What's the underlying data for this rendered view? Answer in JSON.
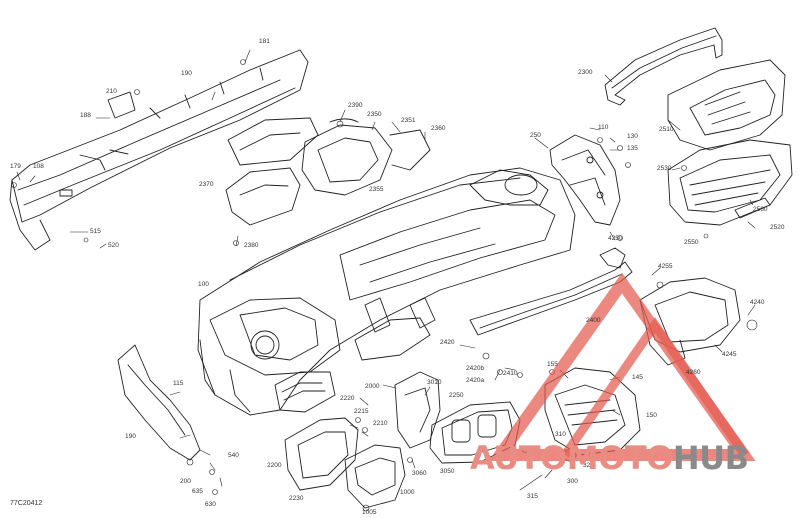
{
  "diagram": {
    "code": "77C20412",
    "labels": {
      "l181": "181",
      "l210": "210",
      "l190": "190",
      "l188": "188",
      "l179": "179",
      "l108": "108",
      "l515": "515",
      "l520": "520",
      "l2390": "2390",
      "l2350": "2350",
      "l2351": "2351",
      "l2360": "2360",
      "l2370": "2370",
      "l2380": "2380",
      "l2355": "2355",
      "l250": "250",
      "l110": "110",
      "l130": "130",
      "l135": "135",
      "l2300": "2300",
      "l2510": "2510",
      "l2530": "2530",
      "l2550": "2550",
      "l2560": "2560",
      "l2520": "2520",
      "l4250": "4250",
      "l4255": "4255",
      "l4240": "4240",
      "l4245": "4245",
      "l4260": "4260",
      "l100": "100",
      "l2420": "2420",
      "l2420b": "2420b",
      "l2420a": "2420a",
      "l2410": "2410",
      "l2400": "2400",
      "l155": "155",
      "l145": "145",
      "l150": "150",
      "l310": "310",
      "l320": "320",
      "l300": "300",
      "l315": "315",
      "l2000": "2000",
      "l3010": "3010",
      "l2250": "2250",
      "l2220": "2220",
      "l2215": "2215",
      "l2210": "2210",
      "l3060": "3060",
      "l3050": "3050",
      "l2200": "2200",
      "l2230": "2230",
      "l1000": "1000",
      "l1005": "1005",
      "l115": "115",
      "l190b": "190",
      "l540": "540",
      "l200": "200",
      "l635": "635",
      "l630": "630"
    }
  },
  "watermark": {
    "part1": "AUTO",
    "part2": "MOTO",
    "part3": "HUB"
  }
}
